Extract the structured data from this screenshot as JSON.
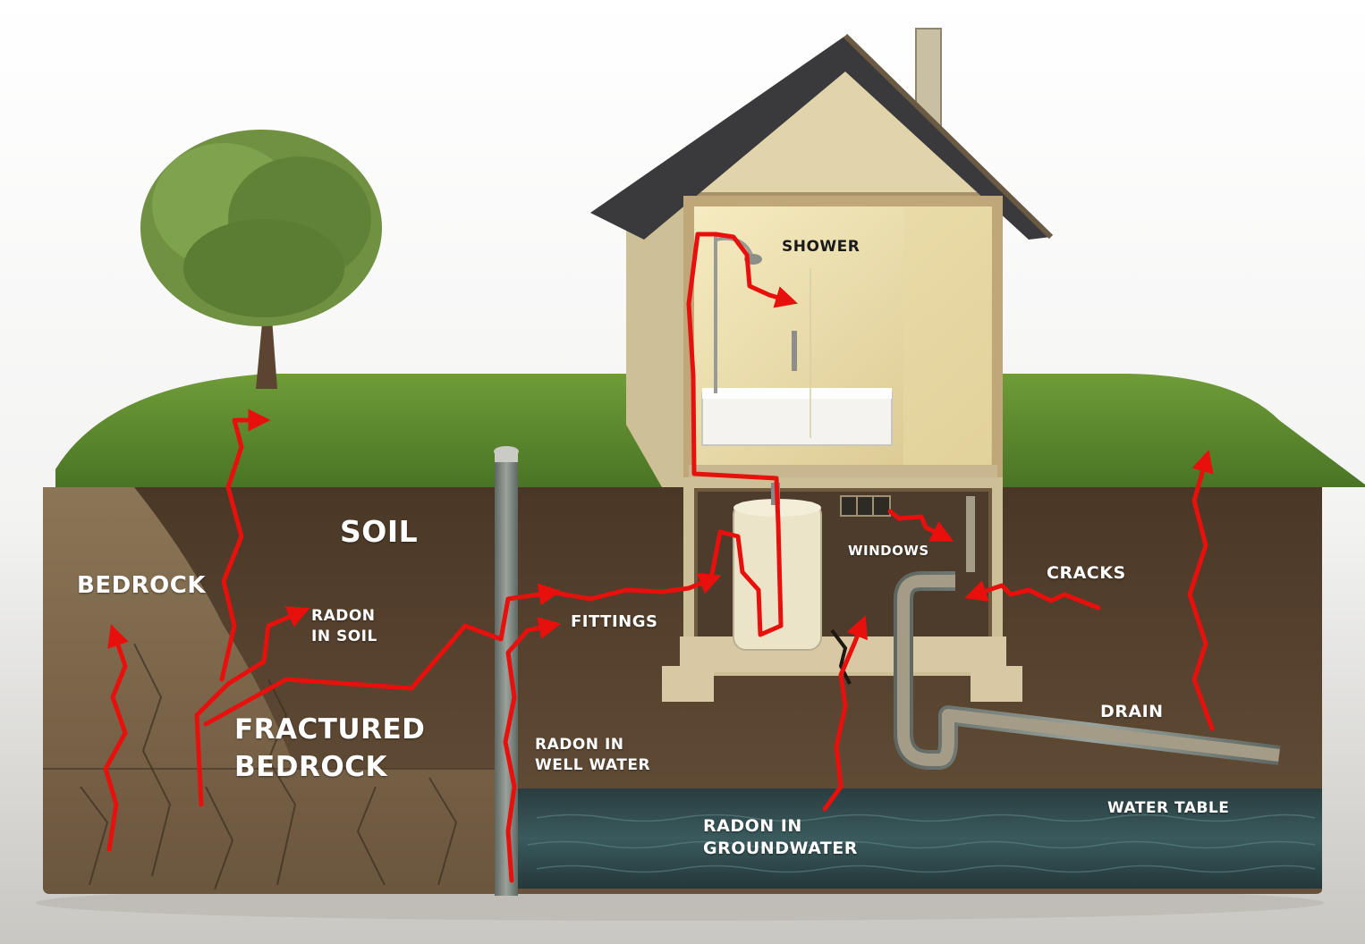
{
  "colors": {
    "arrow": "#e8100c",
    "grass": "#5d8a2f",
    "soil": "#5b4530",
    "bedrock": "#7a6548",
    "water": "#2f4a4e",
    "house_wall": "#d8c9a4",
    "roof": "#3a3a3c",
    "interior": "#efe3b2"
  },
  "labels": {
    "shower": "SHOWER",
    "soil": "SOIL",
    "bedrock": "BEDROCK",
    "radon_in_soil": [
      "RADON",
      "IN SOIL"
    ],
    "fittings": "FITTINGS",
    "windows": "WINDOWS",
    "cracks": "CRACKS",
    "fractured_bedrock": [
      "FRACTURED",
      "BEDROCK"
    ],
    "radon_in_well_water": [
      "RADON IN",
      "WELL WATER"
    ],
    "drain": "DRAIN",
    "water_table": "WATER TABLE",
    "radon_in_groundwater": [
      "RADON IN",
      "GROUNDWATER"
    ]
  },
  "icons": [
    "tree-icon",
    "house-icon",
    "water-heater-icon",
    "bathtub-icon",
    "shower-head-icon",
    "drain-pipe-icon",
    "well-pipe-icon",
    "vent-stack-icon"
  ]
}
